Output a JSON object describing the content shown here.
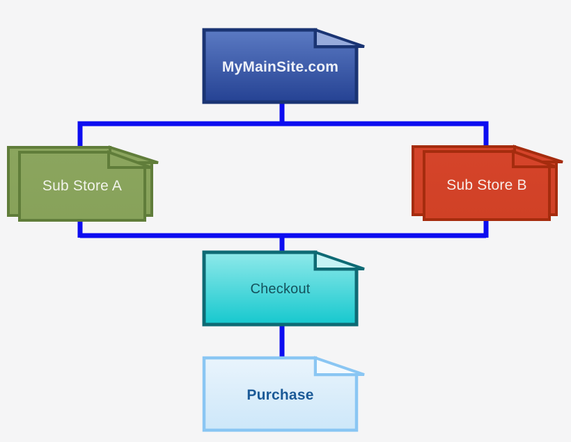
{
  "diagram": {
    "background": "#f5f5f6",
    "connector_color": "#0d0df0",
    "nodes": {
      "main_site": {
        "label": "MyMainSite.com",
        "shape": "document",
        "colors": {
          "body_top": "#5b7ac3",
          "body_bottom": "#254293",
          "flap": "#97abdc",
          "border": "#1a3473",
          "text": "#eef1f8"
        }
      },
      "sub_store_a": {
        "label": "Sub Store A",
        "shape": "multiple-documents",
        "colors": {
          "body_top": "#8ba55e",
          "body_bottom": "#87a25a",
          "flap": "#8ba55e",
          "border": "#607d3a",
          "text": "#f1f3ea"
        }
      },
      "sub_store_b": {
        "label": "Sub Store B",
        "shape": "multiple-documents",
        "colors": {
          "body_top": "#d5442a",
          "body_bottom": "#d04126",
          "flap": "#d5442a",
          "border": "#a52c0e",
          "text": "#f8ece8"
        }
      },
      "checkout": {
        "label": "Checkout",
        "shape": "document",
        "colors": {
          "body_top": "#8fe9ea",
          "body_bottom": "#16c8ce",
          "flap": "#c6f3f5",
          "border": "#0e6a74",
          "text": "#14525c"
        }
      },
      "purchase": {
        "label": "Purchase",
        "shape": "document",
        "colors": {
          "body_top": "#e9f4fc",
          "body_bottom": "#cde7f9",
          "flap": "#f4fafe",
          "border": "#8ac6f3",
          "text": "#1b5a97"
        }
      }
    },
    "edges": [
      {
        "from": "main_site",
        "to": "sub_store_a"
      },
      {
        "from": "main_site",
        "to": "sub_store_b"
      },
      {
        "from": "sub_store_a",
        "to": "checkout"
      },
      {
        "from": "sub_store_b",
        "to": "checkout"
      },
      {
        "from": "checkout",
        "to": "purchase"
      }
    ]
  }
}
